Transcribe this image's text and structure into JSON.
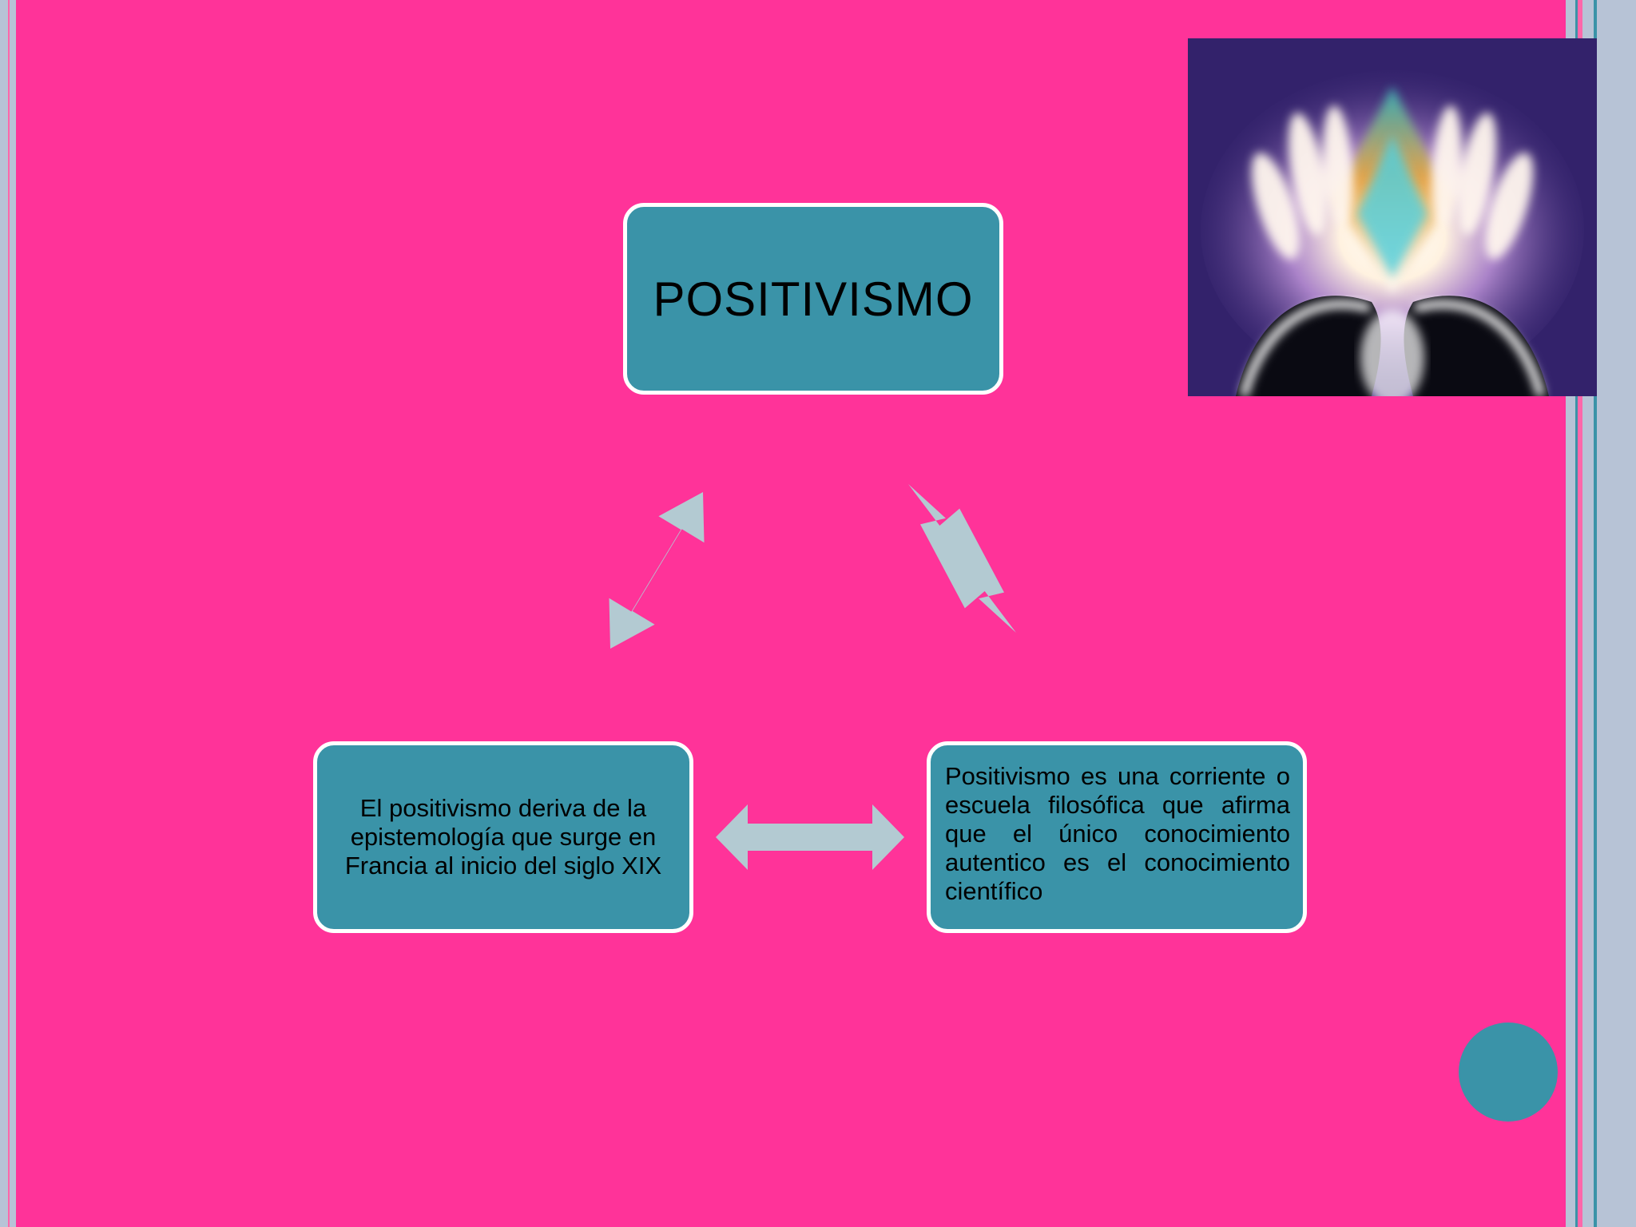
{
  "diagram": {
    "title_node": {
      "label": "POSITIVISMO"
    },
    "left_node": {
      "label": "El positivismo deriva  de la epistemología  que surge en Francia al inicio del siglo XIX"
    },
    "right_node": {
      "label": "Positivismo  es una corriente o escuela filosófica que afirma que el único conocimiento autentico es el conocimiento científico"
    }
  },
  "colors": {
    "background": "#FF3399",
    "node_fill": "#3A93A8",
    "node_border": "#FFFFFF",
    "arrow": "#B3CAD2",
    "accent_circle": "#3A93A8"
  },
  "image": {
    "subject": "glowing-hands-icon"
  }
}
